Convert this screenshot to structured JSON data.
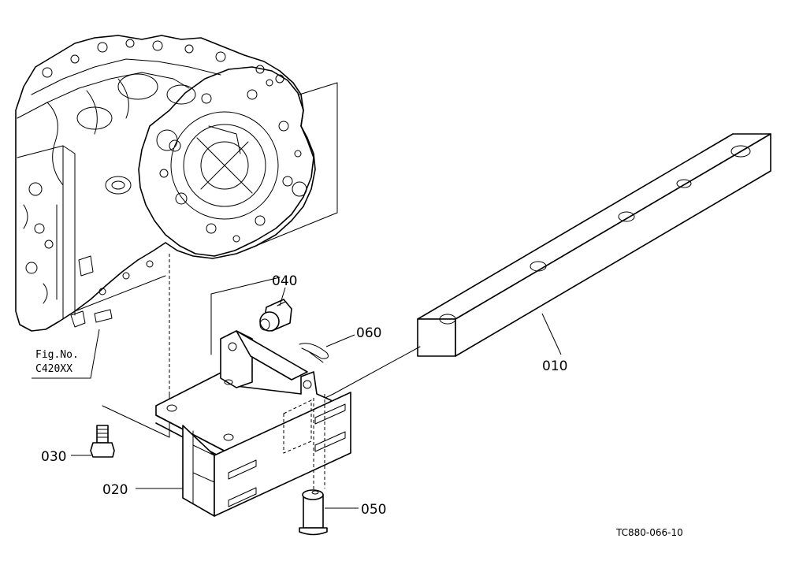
{
  "parts": [
    {
      "id": "010",
      "label": "010"
    },
    {
      "id": "020",
      "label": "020"
    },
    {
      "id": "030",
      "label": "030"
    },
    {
      "id": "040",
      "label": "040"
    },
    {
      "id": "050",
      "label": "050"
    },
    {
      "id": "060",
      "label": "060"
    }
  ],
  "fig_ref": {
    "line1": "Fig.No.",
    "line2": "C420XX"
  },
  "drawing_code": "TC880-066-10"
}
